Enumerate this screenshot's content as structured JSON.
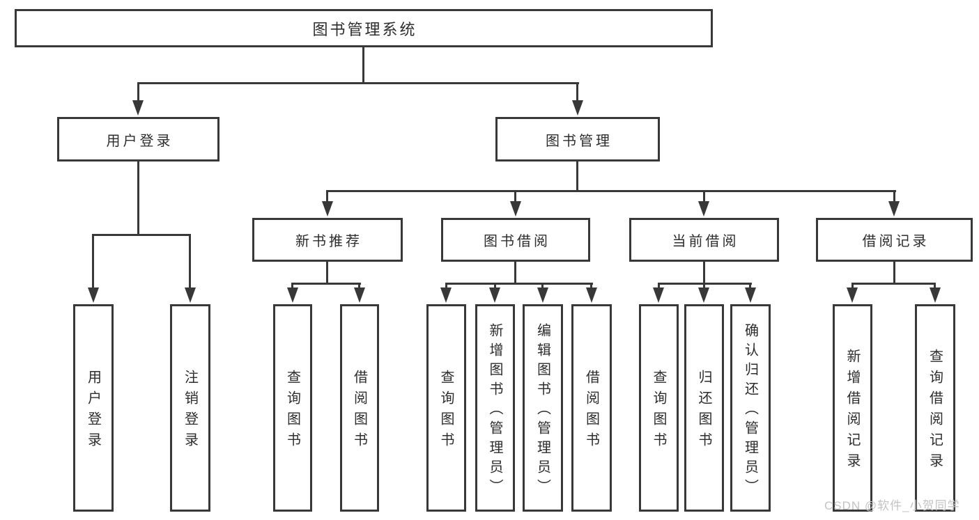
{
  "colors": {
    "line": "#383838",
    "text": "#2d2d2d",
    "background": "#ffffff",
    "watermark": "#c3c3c3"
  },
  "watermark": {
    "text": "CSDN @软件_小贺同学"
  },
  "tree": {
    "root": {
      "label": "图书管理系统",
      "children": [
        {
          "label": "用户登录",
          "children": [
            {
              "label": "用户登录"
            },
            {
              "label": "注销登录"
            }
          ]
        },
        {
          "label": "图书管理",
          "children": [
            {
              "label": "新书推荐",
              "children": [
                {
                  "label": "查询图书"
                },
                {
                  "label": "借阅图书"
                }
              ]
            },
            {
              "label": "图书借阅",
              "children": [
                {
                  "label": "查询图书"
                },
                {
                  "label": "新增图书（管理员）"
                },
                {
                  "label": "编辑图书（管理员）"
                },
                {
                  "label": "借阅图书"
                }
              ]
            },
            {
              "label": "当前借阅",
              "children": [
                {
                  "label": "查询图书"
                },
                {
                  "label": "归还图书"
                },
                {
                  "label": "确认归还（管理员）"
                }
              ]
            },
            {
              "label": "借阅记录",
              "children": [
                {
                  "label": "新增借阅记录"
                },
                {
                  "label": "查询借阅记录"
                }
              ]
            }
          ]
        }
      ]
    }
  }
}
